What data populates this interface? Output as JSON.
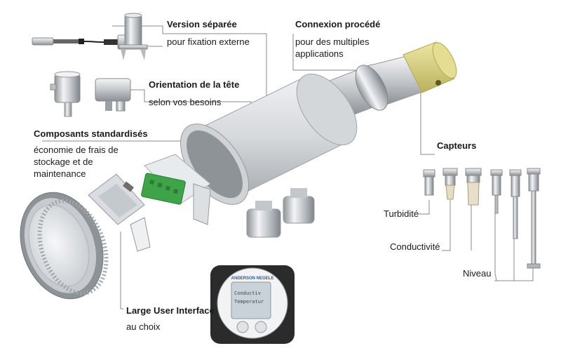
{
  "callouts": {
    "version_separee": {
      "title": "Version séparée",
      "subtitle": "pour fixation externe"
    },
    "orientation": {
      "title": "Orientation de la tête",
      "subtitle": "selon vos besoins"
    },
    "composants": {
      "title": "Composants standardisés",
      "lines": [
        "économie de frais de",
        "stockage et de",
        "maintenance"
      ]
    },
    "connexion": {
      "title": "Connexion procédé",
      "lines": [
        "pour des multiples",
        "applications"
      ]
    },
    "capteurs": {
      "title": "Capteurs"
    },
    "turbidite": {
      "label": "Turbidité"
    },
    "conductivite": {
      "label": "Conductivité"
    },
    "niveau": {
      "label": "Niveau"
    },
    "interface": {
      "title": "Large User Interface",
      "subtitle": "au choix"
    }
  },
  "display_module": {
    "brand": "ANDERSON NEGELE",
    "screen_lines": [
      "Conductiv",
      "Temperatur"
    ]
  },
  "colors": {
    "housing": "#d9dbde",
    "terminal_green": "#3fa34a",
    "sensor_yellow": "#d8d07a",
    "leader_line": "#8a8a8a",
    "lcd": "#c9d2d8"
  }
}
